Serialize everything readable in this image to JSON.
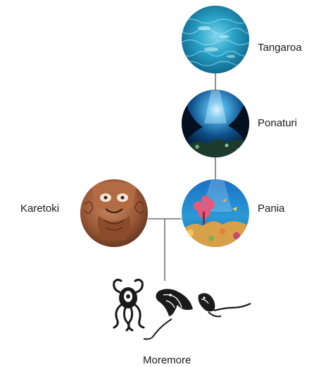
{
  "nodes": {
    "tangaroa": "Tangaroa",
    "ponaturi": "Ponaturi",
    "pania": "Pania",
    "karetoki": "Karetoki",
    "moremore": "Moremore"
  },
  "images": {
    "tangaroa": "ocean-surface-photo",
    "ponaturi": "underwater-cave-photo",
    "pania": "coral-reef-photo",
    "karetoki": "carved-wood-figure-photo",
    "moremore": "tribal-sea-creatures-illustration"
  },
  "colors": {
    "connector": "#555555",
    "text": "#1a1a1a"
  }
}
